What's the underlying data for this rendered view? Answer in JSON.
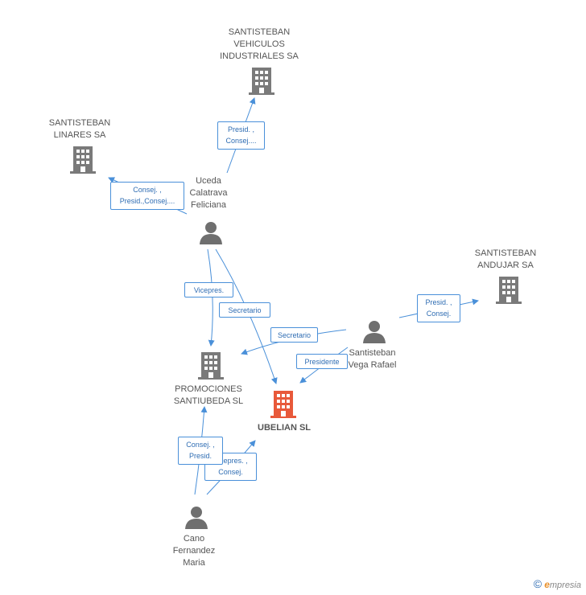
{
  "colors": {
    "company": "#7a7a7a",
    "company_highlight": "#e8593a",
    "person": "#6f6f6f",
    "edge": "#4a90d9",
    "relation_text": "#2f6db3"
  },
  "nodes": {
    "santisteban_vehiculos": {
      "label": "SANTISTEBAN\nVEHICULOS\nINDUSTRIALES SA",
      "icon": "building-icon"
    },
    "santisteban_linares": {
      "label": "SANTISTEBAN\nLINARES SA",
      "icon": "building-icon"
    },
    "santisteban_andujar": {
      "label": "SANTISTEBAN\nANDUJAR SA",
      "icon": "building-icon"
    },
    "promociones": {
      "label": "PROMOCIONES\nSANTIUBEDA SL",
      "icon": "building-icon"
    },
    "ubelian": {
      "label": "UBELIAN SL",
      "icon": "building-icon"
    },
    "uceda": {
      "label": "Uceda\nCalatrava\nFeliciana",
      "icon": "person-icon"
    },
    "santisteban_vega": {
      "label": "Santisteban\nVega Rafael",
      "icon": "person-icon"
    },
    "cano": {
      "label": "Cano\nFernandez\nMaria",
      "icon": "person-icon"
    }
  },
  "relations": {
    "uceda_vehiculos": "Presid. ,\nConsej....",
    "uceda_linares": "Consej. ,\nPresid.,Consej....",
    "uceda_promociones": "Vicepres.",
    "uceda_ubelian": "Secretario",
    "vega_promociones": "Secretario",
    "vega_ubelian": "Presidente",
    "vega_andujar": "Presid. ,\nConsej.",
    "cano_promociones": "Consej. ,\nPresid.",
    "cano_ubelian": "Vicepres. ,\nConsej."
  },
  "footer": {
    "copyright_symbol": "©",
    "brand_initial": "e",
    "brand_rest": "mpresia"
  }
}
